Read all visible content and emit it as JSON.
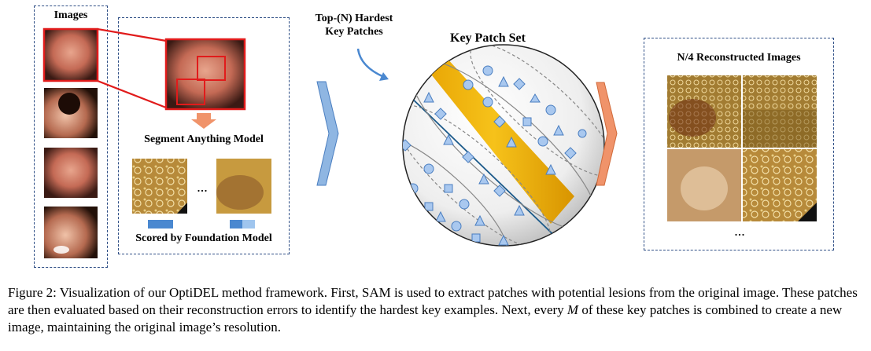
{
  "labels": {
    "images": "Images",
    "sam": "Segment Anything Model",
    "scored": "Scored by Foundation Model",
    "ellipsis_patches": "...",
    "hardest_line1": "Top-(N) Hardest",
    "hardest_line2": "Key Patches",
    "key_patch_set": "Key Patch Set",
    "reconstructed": "N/4 Reconstructed Images",
    "ellipsis_recon": "..."
  },
  "caption": {
    "part1": "Figure 2: Visualization of our OptiDEL method framework. First, SAM is used to extract patches with potential lesions from the original image. These patches are then evaluated based on their reconstruction errors to identify the hardest key examples. Next, every ",
    "math": "M",
    "part2": " of these key patches is combined to create a new image, maintaining the original image’s resolution."
  },
  "colors": {
    "border": "#2f4f86",
    "highlight": "#e11b1b",
    "arrow_blue": "#8fb6e2",
    "arrow_orange": "#f0936a",
    "band_gold": "#f2b200",
    "shape_fill": "#a9c8ef",
    "shape_stroke": "#4a7ec0",
    "score_dark": "#4a88d0",
    "score_light": "#9fc5ee"
  }
}
